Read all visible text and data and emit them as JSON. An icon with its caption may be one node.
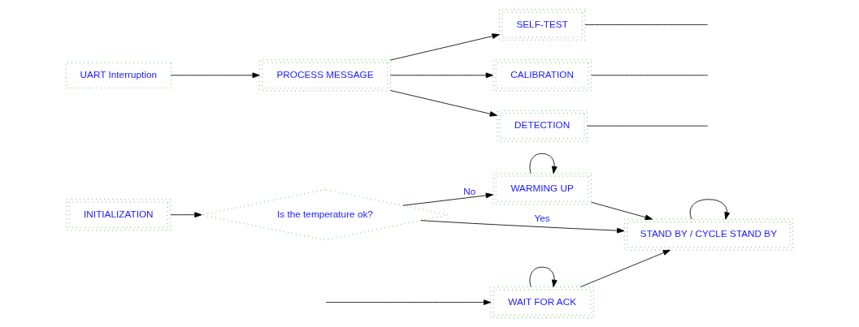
{
  "diagram": {
    "nodes": [
      {
        "text": [
          "INITIALIZATION"
        ]
      },
      {
        "text": [
          "UART Interruption"
        ]
      },
      {
        "text": [
          "PROCESS MESSAGE"
        ]
      },
      {
        "text": [
          "SELF-TEST"
        ]
      },
      {
        "text": [
          "Is the temperature ok?"
        ]
      },
      {
        "text": [
          "CALIBRATION"
        ]
      },
      {
        "text": [
          "DETECTION"
        ]
      },
      {
        "text": [
          "WARMING UP"
        ]
      },
      {
        "text": [
          "STAND BY / CYCLE STAND BY"
        ]
      },
      {
        "text": [
          "WAIT FOR ACK"
        ]
      }
    ],
    "edges": [
      {
        "from": 0,
        "to": 4,
        "arrow": "to"
      },
      {
        "from": 1,
        "to": 2,
        "arrow": "to"
      },
      {
        "from": 2,
        "to": 3,
        "arrow": "to"
      },
      {
        "from": 2,
        "to": 5,
        "arrow": "to"
      },
      {
        "from": 2,
        "to": 6,
        "arrow": "to"
      },
      {
        "from": 3,
        "to": null,
        "arrow": "none"
      },
      {
        "from": 4,
        "to": 8,
        "arrow": "to",
        "label": "Yes"
      },
      {
        "from": 5,
        "to": null,
        "arrow": "none"
      },
      {
        "from": 6,
        "to": null,
        "arrow": "none"
      },
      {
        "from": 4,
        "to": 7,
        "arrow": "to",
        "label": "No"
      },
      {
        "from": 7,
        "to": 8,
        "arrow": "to"
      },
      {
        "from": 7,
        "to": 7,
        "arrow": "to"
      },
      {
        "from": 8,
        "to": 8,
        "arrow": "to"
      },
      {
        "from": 9,
        "to": 9,
        "arrow": "to"
      },
      {
        "from": 9,
        "to": 8,
        "arrow": "to"
      },
      {
        "from": null,
        "to": 9,
        "arrow": "to"
      }
    ]
  }
}
